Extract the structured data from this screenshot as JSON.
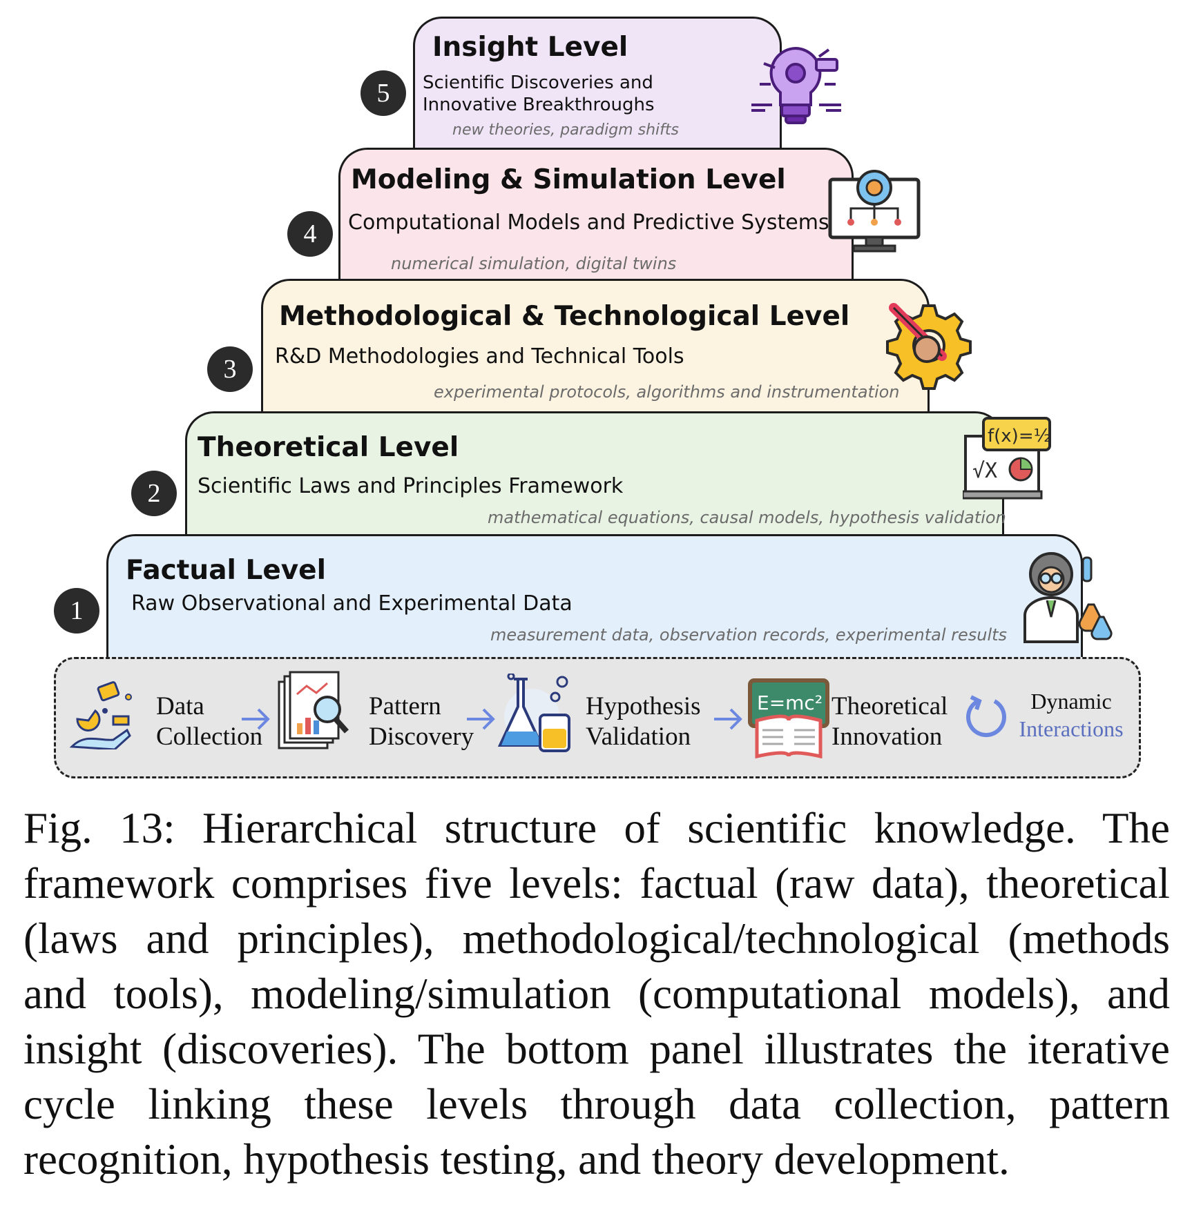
{
  "levels": [
    {
      "number": "5",
      "title": "Insight Level",
      "subtitle": "Scientific Discoveries and Innovative Breakthroughs",
      "examples": "new theories, paradigm shifts",
      "color": "#f0e4f7",
      "icon": "lightbulb-gear-icon"
    },
    {
      "number": "4",
      "title": "Modeling & Simulation Level",
      "subtitle": "Computational Models and Predictive Systems",
      "examples": "numerical simulation, digital twins",
      "color": "#fbe4ea",
      "icon": "monitor-gear-icon"
    },
    {
      "number": "3",
      "title": "Methodological & Technological Level",
      "subtitle": "R&D Methodologies and Technical Tools",
      "examples": "experimental protocols, algorithms and instrumentation",
      "color": "#fdf3e1",
      "icon": "gear-wrench-icon"
    },
    {
      "number": "2",
      "title": "Theoretical Level",
      "subtitle": "Scientific Laws and Principles Framework",
      "examples": "mathematical equations, causal models, hypothesis validation",
      "color": "#e8f3e4",
      "icon": "formula-board-icon"
    },
    {
      "number": "1",
      "title": "Factual Level",
      "subtitle": "Raw Observational and Experimental Data",
      "examples": "measurement data, observation records,  experimental results",
      "color": "#e3effb",
      "icon": "scientist-icon"
    }
  ],
  "cycle": {
    "steps": [
      {
        "line1": "Data",
        "line2": "Collection",
        "icon": "data-collection-icon"
      },
      {
        "line1": "Pattern",
        "line2": "Discovery",
        "icon": "pattern-discovery-icon"
      },
      {
        "line1": "Hypothesis",
        "line2": "Validation",
        "icon": "lab-flask-icon"
      },
      {
        "line1": "Theoretical",
        "line2": "Innovation",
        "icon": "chalkboard-book-icon"
      }
    ],
    "dynamic_line1": "Dynamic",
    "dynamic_line2": "Interactions",
    "arrow_color": "#6b87e0",
    "dynamic_color": "#5a6fbf"
  },
  "caption": "Fig. 13: Hierarchical structure of scientific knowledge. The framework comprises five levels: factual (raw data), theoretical (laws and principles), methodological/technological (methods and tools), modeling/simulation (computational models), and insight (discoveries). The bottom panel illustrates the iterative cycle linking these levels through data collection, pattern recognition, hypothesis testing, and theory development."
}
